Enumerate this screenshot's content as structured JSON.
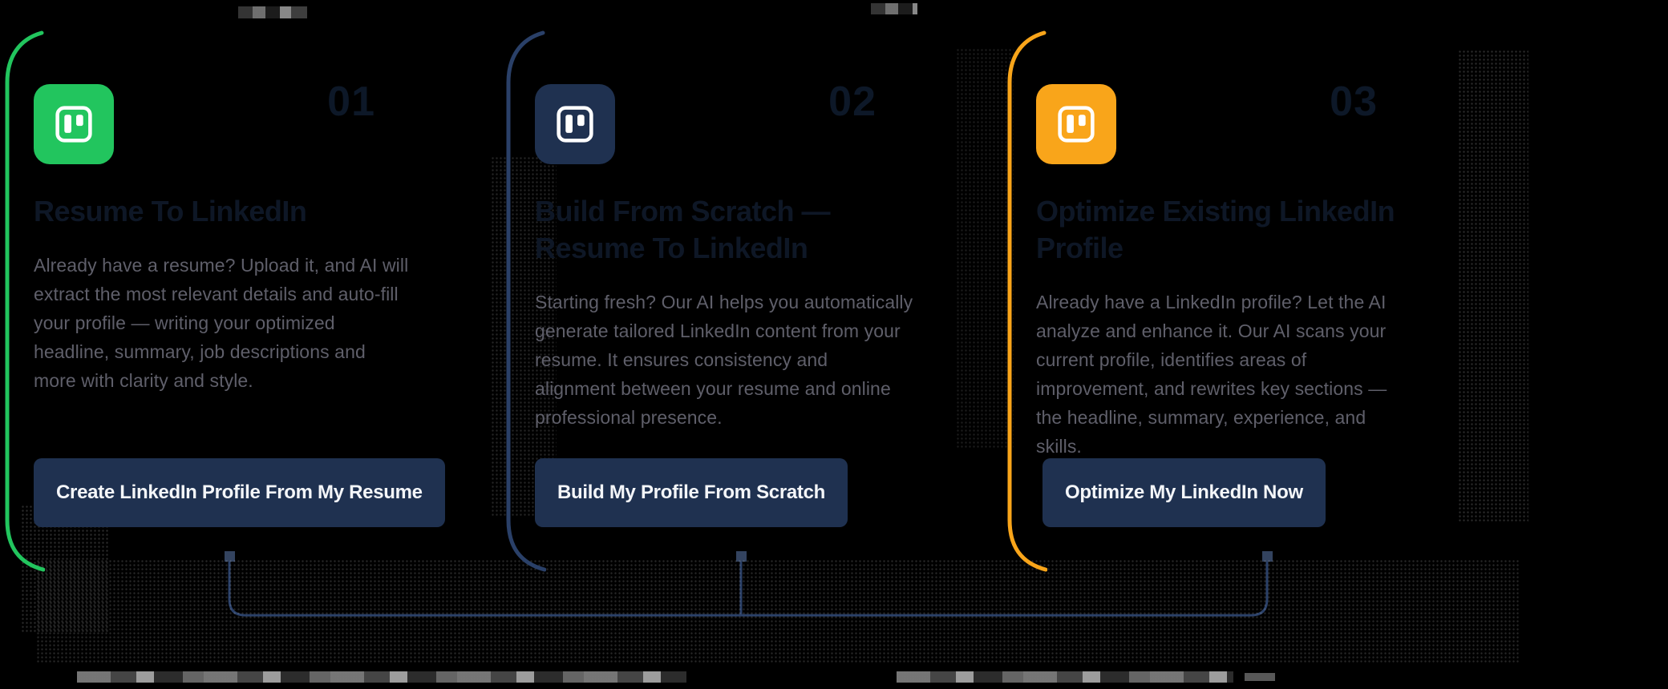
{
  "page": {
    "background": "#000000"
  },
  "colors": {
    "button_bg": "#1F3150",
    "button_text": "#F4F6F9",
    "title_text": "#0E1726",
    "description_text": "#5F5F6A",
    "number_text": "#0D1828",
    "connector_line": "#2A4068",
    "accent_green": "#22C55E",
    "accent_navy": "#1F3150",
    "accent_orange": "#F9A51A"
  },
  "cards": [
    {
      "number": "01",
      "icon": "trello-board-icon",
      "accent": "#22C55E",
      "title": "Resume To LinkedIn",
      "description": "Already have a resume? Upload it, and AI will extract the most relevant details and auto-fill your profile — writing your optimized headline, summary, job descriptions and more with clarity and style.",
      "button_label": "Create LinkedIn Profile From My Resume"
    },
    {
      "number": "02",
      "icon": "trello-board-icon",
      "accent": "#1F3150",
      "title": "Build From Scratch —\nResume To LinkedIn",
      "description": "Starting fresh? Our AI helps you automatically generate tailored LinkedIn content from your resume. It ensures consistency and alignment between your resume and online professional presence.",
      "button_label": "Build My Profile From Scratch"
    },
    {
      "number": "03",
      "icon": "trello-board-icon",
      "accent": "#F9A51A",
      "title": "Optimize Existing LinkedIn\nProfile",
      "description": "Already have a LinkedIn profile? Let the AI analyze and enhance it. Our AI scans your current profile, identifies areas of improvement, and rewrites key sections — the headline, summary, experience, and skills.",
      "button_label": "Optimize My LinkedIn Now"
    }
  ]
}
